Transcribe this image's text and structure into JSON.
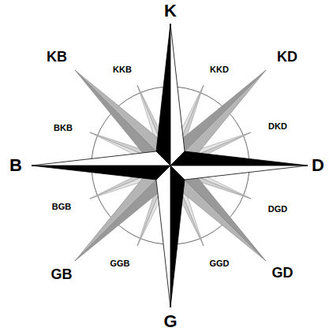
{
  "diagram": {
    "labels": [
      "K",
      "KB",
      "KKB",
      "KKD",
      "KD",
      "BKB",
      "DKD",
      "B",
      "D",
      "BGB",
      "DGD",
      "GGB",
      "GGD",
      "GB",
      "GD",
      "G"
    ]
  }
}
